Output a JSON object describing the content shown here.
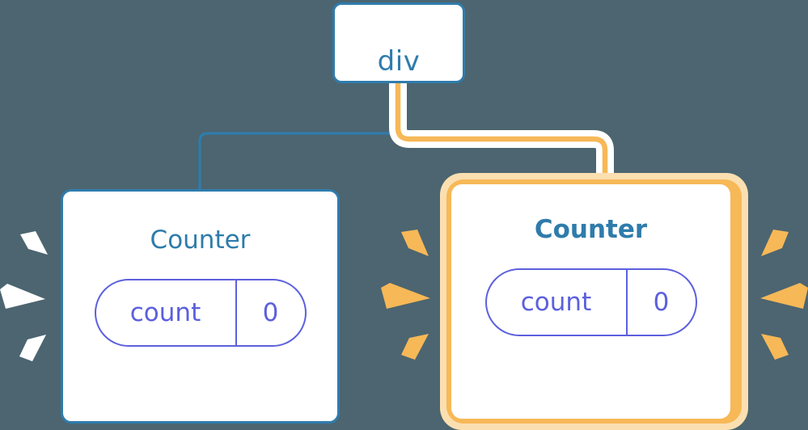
{
  "background_color": "#4c6570",
  "palette": {
    "blue": "#2f7cad",
    "amber": "#f7b857",
    "amber_light": "#fbdfb0",
    "indigo": "#5c60dd",
    "white": "#ffffff"
  },
  "nodes": {
    "root": {
      "label": "div",
      "border_color": "#2f7cad",
      "text_color": "#2f7cad"
    },
    "counter_left": {
      "title": "Counter",
      "highlighted": "false",
      "border_color": "#2f7cad",
      "prop": {
        "key": "count",
        "value": "0"
      }
    },
    "counter_right": {
      "title": "Counter",
      "highlighted": "true",
      "border_color": "#f7b857",
      "prop": {
        "key": "count",
        "value": "0"
      }
    }
  },
  "connectors": [
    {
      "name": "div-to-counter-left",
      "color": "#2f7cad",
      "style": "thin"
    },
    {
      "name": "div-to-counter-right",
      "color": "#f7b857",
      "style": "thick-highlighted"
    }
  ],
  "spark_groups": [
    {
      "name": "sparks-left-of-left-counter",
      "color": "#ffffff",
      "direction": "right"
    },
    {
      "name": "sparks-right-of-left-counter",
      "color": "#f7b857",
      "direction": "right"
    },
    {
      "name": "sparks-right-of-right-counter",
      "color": "#f7b857",
      "direction": "left"
    }
  ]
}
